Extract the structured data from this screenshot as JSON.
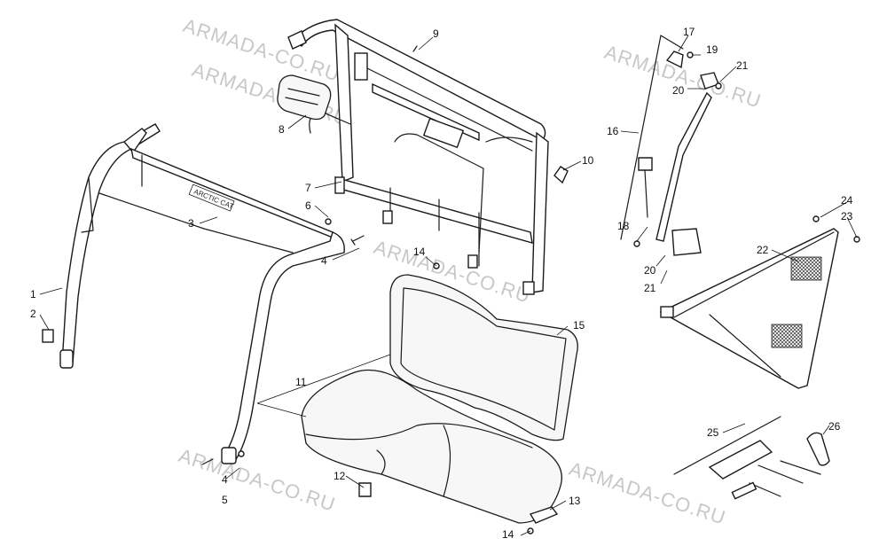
{
  "watermark": "ARMADA-CO.RU",
  "callouts": [
    "1",
    "2",
    "3",
    "4",
    "4",
    "5",
    "6",
    "7",
    "8",
    "9",
    "10",
    "11",
    "12",
    "13",
    "14",
    "14",
    "15",
    "16",
    "17",
    "18",
    "19",
    "20",
    "20",
    "21",
    "21",
    "22",
    "23",
    "24",
    "25",
    "26"
  ],
  "brand_label": "ARCTIC CAT"
}
